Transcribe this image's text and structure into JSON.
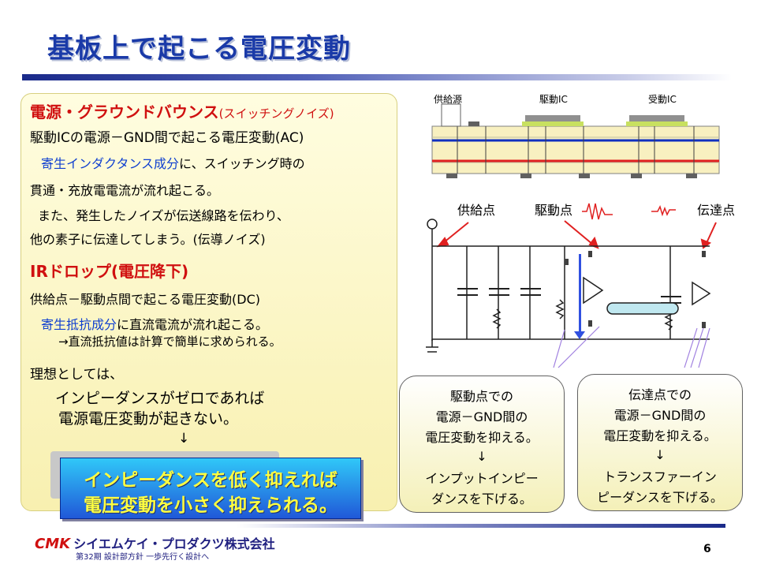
{
  "title": "基板上で起こる電圧変動",
  "left": {
    "h1_main": "電源・グラウンドバウンス",
    "h1_sub": "(スイッチングノイズ)",
    "l1": "駆動ICの電源－GND間で起こる電圧変動(AC)",
    "l2a": "寄生インダクタンス成分",
    "l2b": "に、スイッチング時の",
    "l3": "貫通・充放電電流が流れ起こる。",
    "l4": "また、発生したノイズが伝送線路を伝わり、",
    "l5": "他の素子に伝達してしまう。(伝導ノイズ)",
    "h2": "IRドロップ(電圧降下)",
    "l6": "供給点－駆動点間で起こる電圧変動(DC)",
    "l7a": "寄生抵抗成分",
    "l7b": "に直流電流が流れ起こる。",
    "l8": "→直流抵抗値は計算で簡単に求められる。",
    "l9": "理想としては、",
    "l10": "インピーダンスがゼロであれば",
    "l11": "電源電圧変動が起きない。",
    "arrow": "↓",
    "banner1": "インピーダンスを低く抑えれば",
    "banner2": "電圧変動を小さく抑えられる。"
  },
  "diagram": {
    "label_supply": "供給源",
    "label_driver_ic": "駆動IC",
    "label_receiver_ic": "受動IC",
    "label_supply_point": "供給点",
    "label_drive_point": "駆動点",
    "label_transfer_point": "伝達点"
  },
  "callout_left": {
    "l1": "駆動点での",
    "l2": "電源－GND間の",
    "l3": "電圧変動を抑える。",
    "l4": "↓",
    "l5": "インプットインピー",
    "l6": "ダンスを下げる。"
  },
  "callout_right": {
    "l1": "伝達点での",
    "l2": "電源－GND間の",
    "l3": "電圧変動を抑える。",
    "l4": "↓",
    "l5": "トランスファーイン",
    "l6": "ピーダンスを下げる。"
  },
  "footer": {
    "logo": "CMK",
    "company": "シイエムケイ・プロダクツ株式会社",
    "sub": "第32期 設計部方針 一歩先行く設計へ",
    "page": "6"
  },
  "colors": {
    "title": "#1a3aa8",
    "red": "#d01010",
    "blue": "#1040d0",
    "banner_text": "#ffff40"
  }
}
